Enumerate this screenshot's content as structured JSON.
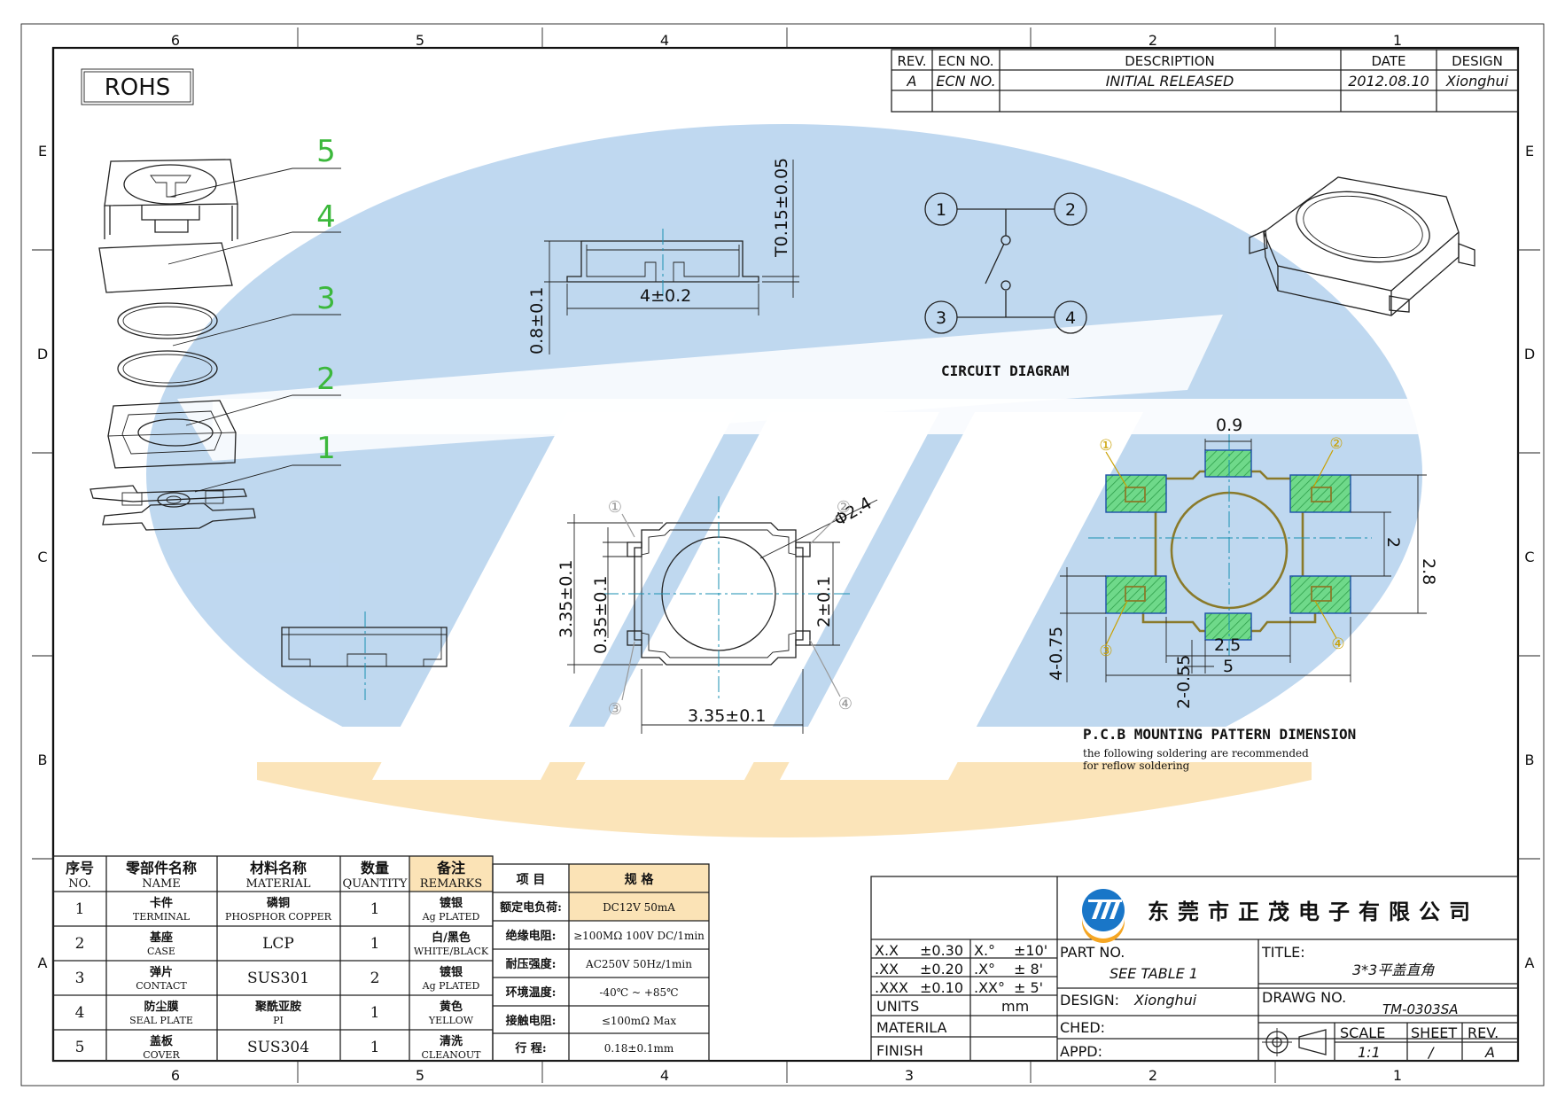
{
  "border": {
    "columns": [
      "6",
      "5",
      "4",
      "3",
      "2",
      "1"
    ],
    "rows": [
      "E",
      "D",
      "C",
      "B",
      "A"
    ]
  },
  "rohs": "ROHS",
  "revision_table": {
    "headers": [
      "REV.",
      "ECN NO.",
      "DESCRIPTION",
      "DATE",
      "DESIGN"
    ],
    "row": [
      "A",
      "ECN NO.",
      "INITIAL RELEASED",
      "2012.08.10",
      "Xionghui"
    ]
  },
  "exploded_view": {
    "callouts": [
      "5",
      "4",
      "3",
      "2",
      "1"
    ]
  },
  "side_view_dims": {
    "height": "0.8±0.1",
    "width": "4±0.2",
    "thickness": "T0.15±0.05"
  },
  "circuit": {
    "terminals": [
      "1",
      "2",
      "3",
      "4"
    ],
    "label": "CIRCUIT DIAGRAM"
  },
  "top_view_dims": {
    "height": "3.35±0.1",
    "width": "3.35±0.1",
    "offset": "0.35±0.1",
    "spacing": "2±0.1",
    "diameter": "Φ2.4",
    "terminals": [
      "①",
      "②",
      "③",
      "④"
    ]
  },
  "pcb": {
    "dims": {
      "top": "0.9",
      "right_outer": "2.8",
      "right_inner": "2",
      "left": "4-0.75",
      "inner_w": "2.5",
      "outer_w": "5",
      "bottom": "2-0.55"
    },
    "terminals": [
      "①",
      "②",
      "③",
      "④"
    ],
    "title": "P.C.B MOUNTING PATTERN DIMENSION",
    "note1": "the following soldering are recommended",
    "note2": "for reflow soldering"
  },
  "bom": {
    "headers": [
      {
        "cn": "序号",
        "en": "NO."
      },
      {
        "cn": "零部件名称",
        "en": "NAME"
      },
      {
        "cn": "材料名称",
        "en": "MATERIAL"
      },
      {
        "cn": "数量",
        "en": "QUANTITY"
      },
      {
        "cn": "备注",
        "en": "REMARKS"
      }
    ],
    "rows": [
      {
        "no": "1",
        "name_cn": "卡件",
        "name_en": "TERMINAL",
        "mat_cn": "磷铜",
        "mat_en": "PHOSPHOR COPPER",
        "qty": "1",
        "rem_cn": "镀银",
        "rem_en": "Ag PLATED"
      },
      {
        "no": "2",
        "name_cn": "基座",
        "name_en": "CASE",
        "mat_cn": "",
        "mat_en": "LCP",
        "qty": "1",
        "rem_cn": "白/黑色",
        "rem_en": "WHITE/BLACK"
      },
      {
        "no": "3",
        "name_cn": "弹片",
        "name_en": "CONTACT",
        "mat_cn": "",
        "mat_en": "SUS301",
        "qty": "2",
        "rem_cn": "镀银",
        "rem_en": "Ag PLATED"
      },
      {
        "no": "4",
        "name_cn": "防尘膜",
        "name_en": "SEAL PLATE",
        "mat_cn": "聚酰亚胺",
        "mat_en": "PI",
        "qty": "1",
        "rem_cn": "黄色",
        "rem_en": "YELLOW"
      },
      {
        "no": "5",
        "name_cn": "盖板",
        "name_en": "COVER",
        "mat_cn": "",
        "mat_en": "SUS304",
        "qty": "1",
        "rem_cn": "清洗",
        "rem_en": "CLEANOUT"
      }
    ]
  },
  "specs": {
    "headers": [
      "项 目",
      "规 格"
    ],
    "rows": [
      [
        "额定电负荷:",
        "DC12V 50mA"
      ],
      [
        "绝缘电阻:",
        "≥100MΩ 100V DC/1min"
      ],
      [
        "耐压强度:",
        "AC250V 50Hz/1min"
      ],
      [
        "环境温度:",
        "-40℃ ~ +85℃"
      ],
      [
        "接触电阻:",
        "≤100mΩ Max"
      ],
      [
        "行 程:",
        "0.18±0.1mm"
      ]
    ]
  },
  "title_block": {
    "company": "东莞市正茂电子有限公司",
    "tolerances": [
      [
        "X.X",
        "±0.30",
        "X.°",
        "±10'"
      ],
      [
        ".XX",
        "±0.20",
        ".X°",
        "± 8'"
      ],
      [
        ".XXX",
        "±0.10",
        ".XX°",
        "± 5'"
      ]
    ],
    "units_label": "UNITS",
    "units": "mm",
    "materila": "MATERILA",
    "finish": "FINISH",
    "part_no_label": "PART NO.",
    "part_no": "SEE TABLE 1",
    "design_label": "DESIGN:",
    "design": "Xionghui",
    "ched": "CHED:",
    "appd": "APPD:",
    "title_label": "TITLE:",
    "title": "3*3平盖直角",
    "drawg_label": "DRAWG NO.",
    "drawg": "TM-0303SA",
    "scale_label": "SCALE",
    "scale": "1:1",
    "sheet_label": "SHEET",
    "sheet": "/",
    "rev_label": "REV.",
    "rev": "A"
  },
  "colors": {
    "watermark_blue": "#b8d4ee",
    "watermark_orange": "#fbe2b4",
    "pad_green": "#5ed07a",
    "pad_border": "#1d4fa8",
    "callout_green": "#3cb83c"
  }
}
